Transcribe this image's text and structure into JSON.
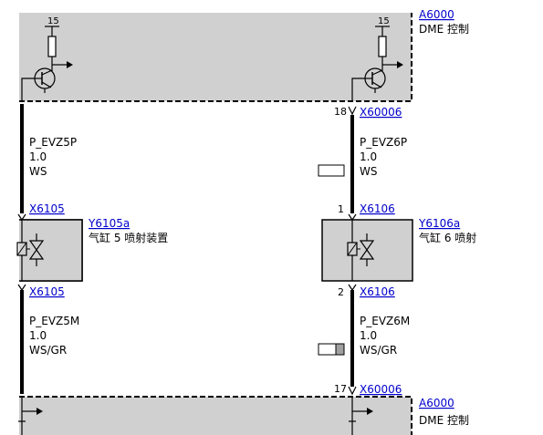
{
  "ecu_top": {
    "ref": "A6000",
    "desc": "DME 控制"
  },
  "ecu_bottom": {
    "ref": "A6000",
    "desc": "DME 控制"
  },
  "ecu_supply_pin": "15",
  "connectors": {
    "x60006_top": {
      "ref": "X60006",
      "pin": "18"
    },
    "x60006_bottom": {
      "ref": "X60006",
      "pin": "17"
    },
    "x6105_top": {
      "ref": "X6105"
    },
    "x6105_bottom": {
      "ref": "X6105"
    },
    "x6106_top": {
      "ref": "X6106",
      "pin": "1"
    },
    "x6106_bottom": {
      "ref": "X6106",
      "pin": "2"
    }
  },
  "injectors": {
    "cyl5": {
      "ref": "Y6105a",
      "desc": "气缸 5 喷射装置"
    },
    "cyl6": {
      "ref": "Y6106a",
      "desc": "气缸 6 喷射"
    }
  },
  "wires": {
    "evz5p": {
      "signal": "P_EVZ5P",
      "gauge": "1.0",
      "color": "WS"
    },
    "evz6p": {
      "signal": "P_EVZ6P",
      "gauge": "1.0",
      "color": "WS"
    },
    "evz5m": {
      "signal": "P_EVZ5M",
      "gauge": "1.0",
      "color": "WS/GR"
    },
    "evz6m": {
      "signal": "P_EVZ6M",
      "gauge": "1.0",
      "color": "WS/GR"
    }
  },
  "colors": {
    "box_fill": "#d0d0d0",
    "link": "#0000cc",
    "wire": "#000000",
    "grey_swatch": "#a0a0a0"
  }
}
